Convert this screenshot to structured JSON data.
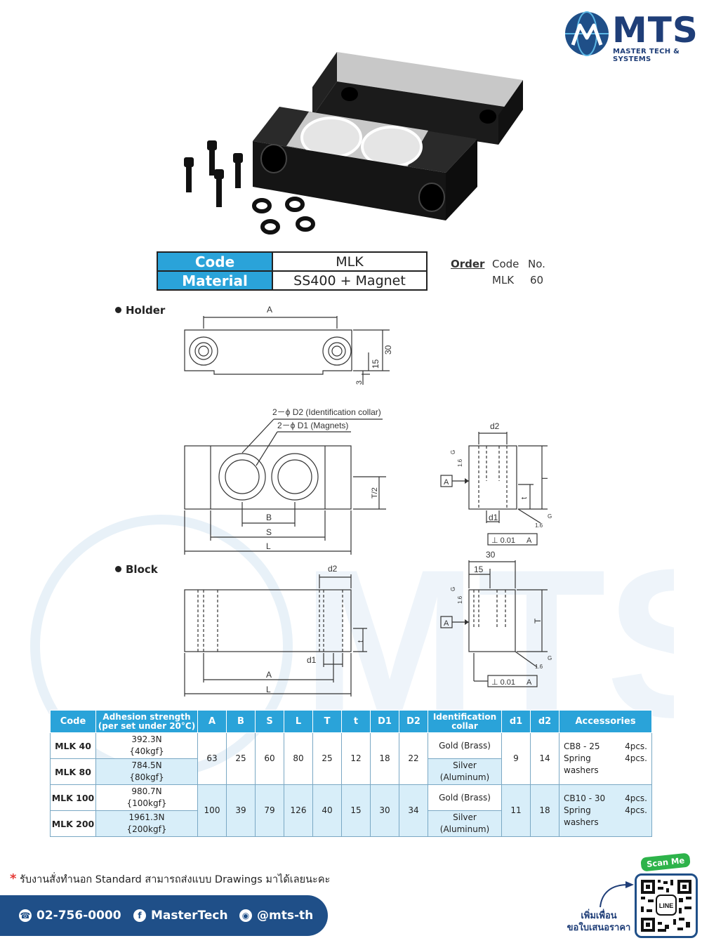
{
  "brand": {
    "name": "MTS",
    "tagline": "MASTER TECH & SYSTEMS",
    "color": "#1f3e78",
    "accent": "#2aa3d9"
  },
  "spec": {
    "code_label": "Code",
    "code_value": "MLK",
    "material_label": "Material",
    "material_value": "SS400 + Magnet"
  },
  "order": {
    "title": "Order",
    "col_code": "Code",
    "col_no": "No.",
    "val_code": "MLK",
    "val_no": "60"
  },
  "sections": {
    "holder": "Holder",
    "block": "Block"
  },
  "drawing_labels": {
    "A": "A",
    "B": "B",
    "S": "S",
    "L": "L",
    "T": "T",
    "t": "t",
    "d2": "d2",
    "d1": "d1",
    "dim_30": "30",
    "dim_15": "15",
    "dim_3": "3",
    "T_half": "T/2",
    "collar": "2－ϕ D2 (Identification collar)",
    "magnets": "2－ϕ D1 (Magnets)",
    "datum_A": "A",
    "tolerance": "⊥ 0.01",
    "roughness_16": "1.6",
    "roughness_G": "G"
  },
  "table": {
    "headers": [
      "Code",
      "Adhesion strength (per set under 20°C)",
      "A",
      "B",
      "S",
      "L",
      "T",
      "t",
      "D1",
      "D2",
      "Identification collar",
      "d1",
      "d2",
      "Accessories"
    ],
    "groups": [
      {
        "A": "63",
        "B": "25",
        "S": "60",
        "L": "80",
        "T": "25",
        "t": "12",
        "D1": "18",
        "D2": "22",
        "d1": "9",
        "d2": "14",
        "acc1_name": "CB8 - 25",
        "acc1_qty": "4pcs.",
        "acc2_name": "Spring washers",
        "acc2_qty": "4pcs.",
        "rows": [
          {
            "code": "MLK 40",
            "strength_n": "392.3N",
            "strength_kgf": "{40kgf}",
            "collar1": "Gold (Brass)",
            "collar2": ""
          },
          {
            "code": "MLK 80",
            "strength_n": "784.5N",
            "strength_kgf": "{80kgf}",
            "collar1": "Silver",
            "collar2": "(Aluminum)"
          }
        ]
      },
      {
        "A": "100",
        "B": "39",
        "S": "79",
        "L": "126",
        "T": "40",
        "t": "15",
        "D1": "30",
        "D2": "34",
        "d1": "11",
        "d2": "18",
        "acc1_name": "CB10 - 30",
        "acc1_qty": "4pcs.",
        "acc2_name": "Spring washers",
        "acc2_qty": "4pcs.",
        "rows": [
          {
            "code": "MLK 100",
            "strength_n": "980.7N",
            "strength_kgf": "{100kgf}",
            "collar1": "Gold (Brass)",
            "collar2": ""
          },
          {
            "code": "MLK 200",
            "strength_n": "1961.3N",
            "strength_kgf": "{200kgf}",
            "collar1": "Silver",
            "collar2": "(Aluminum)"
          }
        ]
      }
    ]
  },
  "note": {
    "star": "*",
    "text": "รับงานสั่งทำนอก Standard สามารถส่งแบบ Drawings มาได้เลยนะคะ"
  },
  "footer": {
    "phone": "02-756-0000",
    "facebook": "MasterTech",
    "line": "@mts-th",
    "scan": "Scan Me",
    "add_friend_1": "เพิ่มเพื่อน",
    "add_friend_2": "ขอใบเสนอราคา",
    "qr_label": "LINE"
  }
}
